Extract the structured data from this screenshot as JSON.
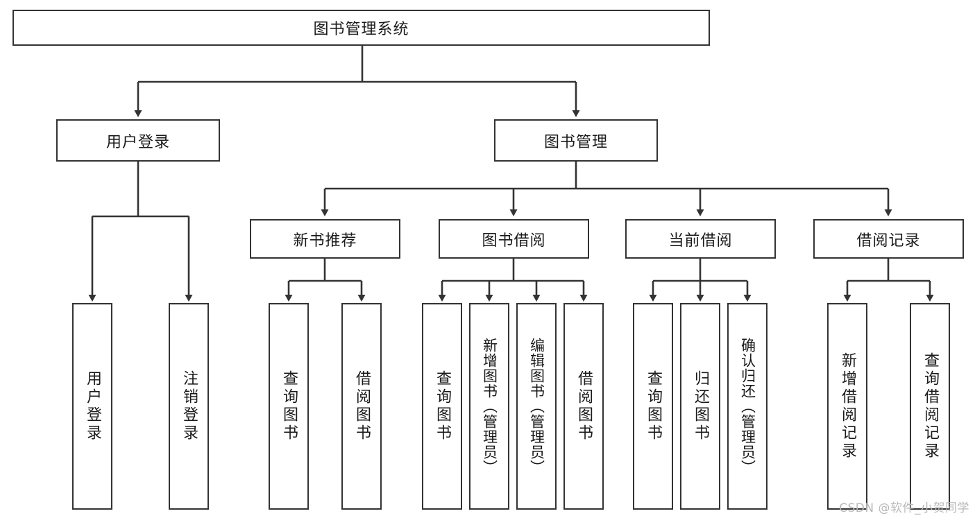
{
  "diagram": {
    "title": "图书管理系统",
    "type": "tree-hierarchy",
    "watermark": "CSDN @软件_小贺同学",
    "colors": {
      "stroke": "#333333",
      "fill": "#ffffff",
      "text": "#1a1a1a",
      "watermark": "#b8b8b8"
    }
  },
  "nodes": {
    "root": {
      "label": "图书管理系统"
    },
    "level1": [
      {
        "id": "user-login",
        "label": "用户登录"
      },
      {
        "id": "book-manage",
        "label": "图书管理"
      }
    ],
    "level2": [
      {
        "id": "new-book-recommend",
        "label": "新书推荐"
      },
      {
        "id": "book-borrow",
        "label": "图书借阅"
      },
      {
        "id": "current-borrow",
        "label": "当前借阅"
      },
      {
        "id": "borrow-record",
        "label": "借阅记录"
      }
    ],
    "leaves": [
      {
        "id": "leaf-user-login",
        "label": "用户登录"
      },
      {
        "id": "leaf-logout-login",
        "label": "注销登录"
      },
      {
        "id": "leaf-query-book-1",
        "label": "查询图书"
      },
      {
        "id": "leaf-borrow-book-1",
        "label": "借阅图书"
      },
      {
        "id": "leaf-query-book-2",
        "label": "查询图书"
      },
      {
        "id": "leaf-add-book",
        "label": "新增图书（管理员）"
      },
      {
        "id": "leaf-edit-book",
        "label": "编辑图书（管理员）"
      },
      {
        "id": "leaf-borrow-book-2",
        "label": "借阅图书"
      },
      {
        "id": "leaf-query-book-3",
        "label": "查询图书"
      },
      {
        "id": "leaf-return-book",
        "label": "归还图书"
      },
      {
        "id": "leaf-confirm-return",
        "label": "确认归还（管理员）"
      },
      {
        "id": "leaf-add-record",
        "label": "新增借阅记录"
      },
      {
        "id": "leaf-query-record",
        "label": "查询借阅记录"
      }
    ]
  }
}
